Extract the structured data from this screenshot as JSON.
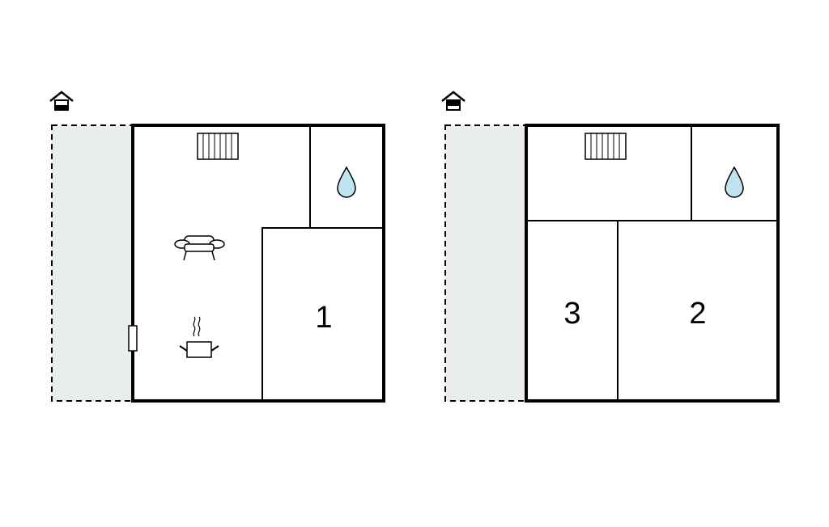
{
  "floors": [
    {
      "level_icon": "house-ground-floor-icon",
      "rooms": [
        {
          "number": "1"
        }
      ],
      "icons": [
        "radiator-icon",
        "water-drop-icon",
        "sofa-icon",
        "cooking-pot-icon",
        "door-icon"
      ]
    },
    {
      "level_icon": "house-upper-floor-icon",
      "rooms": [
        {
          "number": "3"
        },
        {
          "number": "2"
        }
      ],
      "icons": [
        "radiator-icon",
        "water-drop-icon"
      ]
    }
  ],
  "colors": {
    "terrace_fill": "#e9eded",
    "water_fill": "#bfe4ef",
    "wall": "#000000"
  }
}
